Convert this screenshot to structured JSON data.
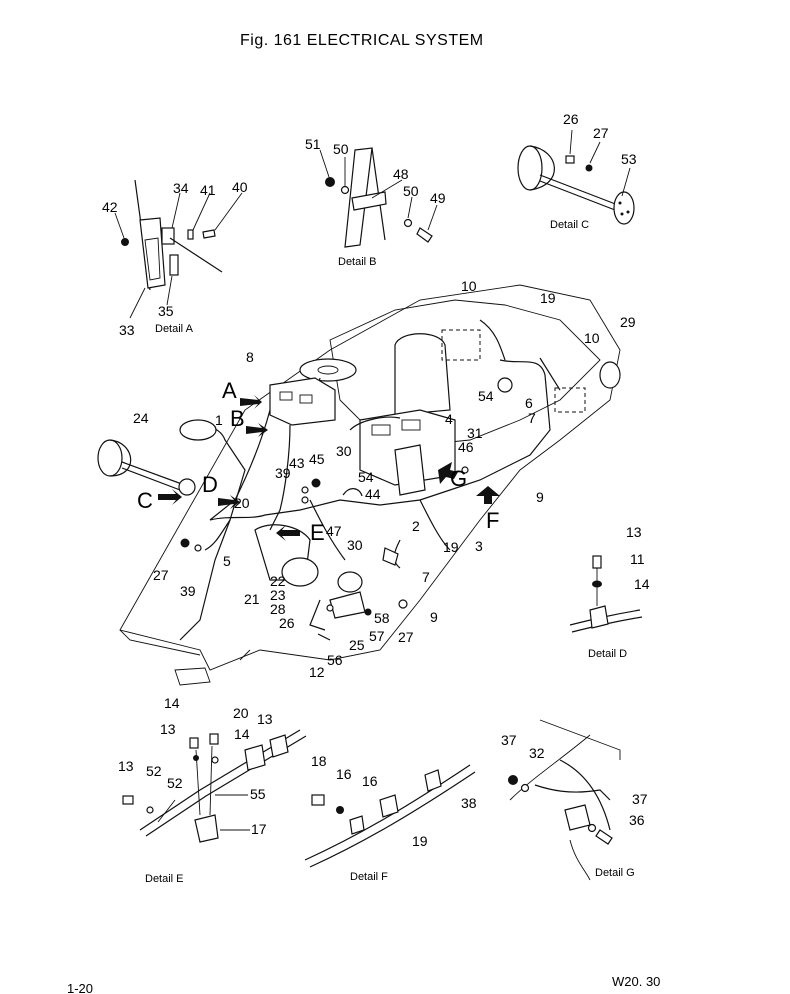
{
  "title": "Fig. 161   ELECTRICAL SYSTEM",
  "page_number": "1-20",
  "model_code": "W20. 30",
  "details": {
    "a": "Detail A",
    "b": "Detail B",
    "c": "Detail C",
    "d": "Detail D",
    "e": "Detail E",
    "f": "Detail F",
    "g": "Detail G"
  },
  "view_letters": [
    "A",
    "B",
    "C",
    "D",
    "E",
    "F",
    "G"
  ],
  "callouts": [
    "26",
    "27",
    "53",
    "51",
    "50",
    "48",
    "50",
    "49",
    "34",
    "41",
    "40",
    "42",
    "35",
    "33",
    "10",
    "19",
    "10",
    "29",
    "8",
    "1",
    "24",
    "4",
    "54",
    "6",
    "7",
    "31",
    "46",
    "45",
    "43",
    "39",
    "30",
    "54",
    "44",
    "20",
    "47",
    "2",
    "19",
    "3",
    "9",
    "5",
    "21",
    "22",
    "23",
    "28",
    "27",
    "39",
    "30",
    "7",
    "9",
    "26",
    "27",
    "58",
    "57",
    "25",
    "56",
    "12",
    "13",
    "11",
    "14",
    "14",
    "20",
    "13",
    "13",
    "14",
    "13",
    "52",
    "52",
    "55",
    "17",
    "18",
    "16",
    "16",
    "19",
    "38",
    "37",
    "32",
    "37",
    "36"
  ]
}
